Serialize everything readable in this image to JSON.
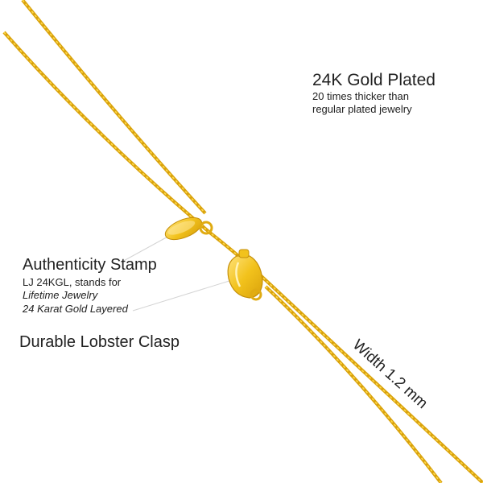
{
  "image": {
    "subject": "gold rope chain necklace with oval tag and lobster clasp",
    "colors": {
      "background": "#ffffff",
      "gold": "#f2c21c",
      "gold_dark": "#d9a20c",
      "gold_light": "#ffe27a",
      "text": "#222222",
      "leader_line": "#cfcfcf"
    }
  },
  "callouts": {
    "plating": {
      "heading": "24K Gold Plated",
      "line1": "20 times thicker than",
      "line2": "regular plated jewelry"
    },
    "stamp": {
      "heading": "Authenticity Stamp",
      "line1": "LJ 24KGL, stands for",
      "line2": "Lifetime Jewelry",
      "line3": "24 Karat Gold Layered"
    },
    "clasp": {
      "heading": "Durable Lobster Clasp"
    },
    "width": {
      "label": "Width 1.2 mm"
    }
  }
}
